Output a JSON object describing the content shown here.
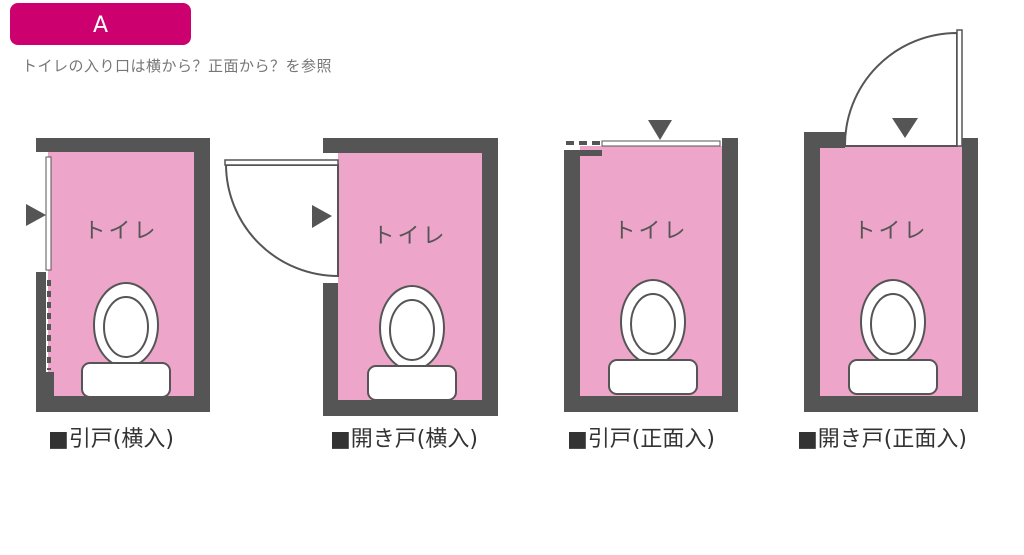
{
  "header": {
    "badge": "A",
    "subtitle": "トイレの入り口は横から？正面から？を参照"
  },
  "colors": {
    "accent": "#cc006e",
    "room": "#eda5c9",
    "wall": "#555555"
  },
  "rooms": [
    {
      "name": "トイレ",
      "caption": "■引戸(横入)"
    },
    {
      "name": "トイレ",
      "caption": "■開き戸(横入)"
    },
    {
      "name": "トイレ",
      "caption": "■引戸(正面入)"
    },
    {
      "name": "トイレ",
      "caption": "■開き戸(正面入)"
    }
  ]
}
